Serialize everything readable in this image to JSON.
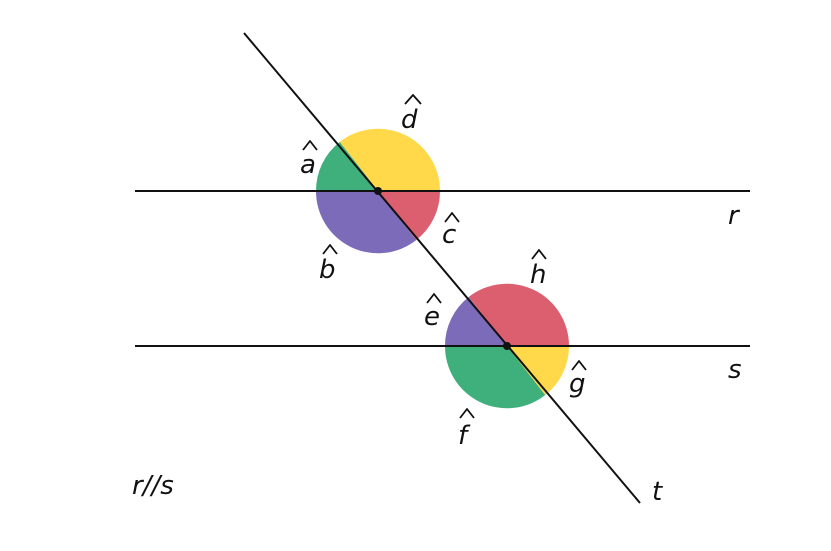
{
  "lines": {
    "r": "r",
    "s": "s",
    "t": "t"
  },
  "angles": {
    "a": "a",
    "b": "b",
    "c": "c",
    "d": "d",
    "e": "e",
    "f": "f",
    "g": "g",
    "h": "h"
  },
  "relation": "r//s",
  "colors": {
    "yellow": "#FFD94A",
    "green": "#3FAF7C",
    "purple": "#7B6BB8",
    "red": "#DC5F70"
  }
}
